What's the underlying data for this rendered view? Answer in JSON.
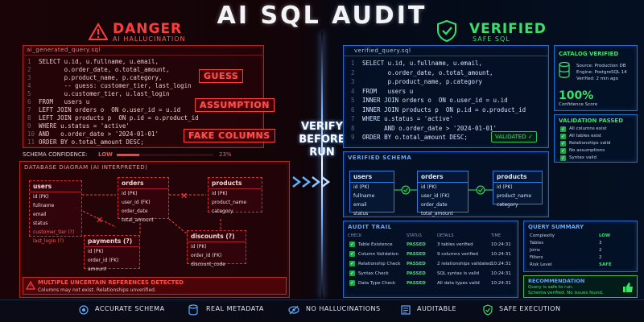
{
  "header": {
    "title": "AI SQL AUDIT",
    "danger_title": "DANGER",
    "danger_sub": "AI HALLUCINATION",
    "verified_title": "VERIFIED",
    "verified_sub": "SAFE SQL",
    "center_label_1": "VERIFY",
    "center_label_2": "BEFORE",
    "center_label_3": "RUN"
  },
  "left": {
    "file_name": "ai_generated_query.sql",
    "code": [
      {
        "n": "1",
        "t": "SELECT u.id, u.fullname, u.email,"
      },
      {
        "n": "2",
        "t": "       o.order_date, o.total_amount,"
      },
      {
        "n": "3",
        "t": "       p.product_name, p.category,"
      },
      {
        "n": "4",
        "t": "       -- guess: customer_tier, last_login"
      },
      {
        "n": "5",
        "t": "       u.customer_tier, u.last_login"
      },
      {
        "n": "6",
        "t": "FROM   users u"
      },
      {
        "n": "7",
        "t": "LEFT JOIN orders o  ON o.user_id = u.id"
      },
      {
        "n": "8",
        "t": "LEFT JOIN products p  ON p.id = o.product_id"
      },
      {
        "n": "9",
        "t": "WHERE u.status = 'active'"
      },
      {
        "n": "10",
        "t": "AND   o.order_date > '2024-01-01'"
      },
      {
        "n": "11",
        "t": "ORDER BY o.total_amount DESC;"
      }
    ],
    "tags": [
      "GUESS",
      "ASSUMPTION",
      "FAKE COLUMNS"
    ],
    "confidence_label": "SCHEMA CONFIDENCE:",
    "confidence_value": "LOW",
    "confidence_percent": "23%",
    "confidence_fraction": 0.23,
    "diagram_title": "DATABASE DIAGRAM (AI INTERPRETED)",
    "tables": {
      "users": {
        "name": "users",
        "fields": [
          "id (PK)",
          "fullname",
          "email",
          "status",
          "customer_tier (?)",
          "last_login (?)"
        ]
      },
      "orders": {
        "name": "orders",
        "fields": [
          "id (PK)",
          "user_id (FK)",
          "order_date",
          "total_amount"
        ]
      },
      "products": {
        "name": "products",
        "fields": [
          "id (PK)",
          "product_name",
          "category"
        ]
      },
      "payments": {
        "name": "payments (?)",
        "fields": [
          "id (PK)",
          "order_id (FK)",
          "amount"
        ]
      },
      "discounts": {
        "name": "discounts (?)",
        "fields": [
          "id (PK)",
          "order_id (FK)",
          "discount_code"
        ]
      }
    },
    "alert_title": "MULTIPLE UNCERTAIN REFERENCES DETECTED",
    "alert_sub": "Columns may not exist. Relationships unverified."
  },
  "right": {
    "file_name": "verified_query.sql",
    "code": [
      {
        "n": "1",
        "t": "SELECT u.id, u.fullname, u.email,"
      },
      {
        "n": "2",
        "t": "       o.order_date, o.total_amount,"
      },
      {
        "n": "3",
        "t": "       p.product_name, p.category"
      },
      {
        "n": "4",
        "t": "FROM   users u"
      },
      {
        "n": "5",
        "t": "INNER JOIN orders o  ON o.user_id = u.id"
      },
      {
        "n": "6",
        "t": "INNER JOIN products p  ON p.id = o.product_id"
      },
      {
        "n": "7",
        "t": "WHERE u.status = 'active'"
      },
      {
        "n": "8",
        "t": "      AND o.order_date > '2024-01-01'"
      },
      {
        "n": "9",
        "t": "ORDER BY o.total_amount DESC;"
      }
    ],
    "validated_label": "VALIDATED",
    "schema_title": "VERIFIED SCHEMA",
    "tables": {
      "users": {
        "name": "users",
        "fields": [
          "id (PK)",
          "fullname",
          "email",
          "status"
        ]
      },
      "orders": {
        "name": "orders",
        "fields": [
          "id (PK)",
          "user_id (FK)",
          "order_date",
          "total_amount"
        ]
      },
      "products": {
        "name": "products",
        "fields": [
          "id (PK)",
          "product_name",
          "category"
        ]
      }
    },
    "catalog": {
      "title": "CATALOG VERIFIED",
      "source": "Source: Production DB",
      "engine": "Engine: PostgreSQL 14",
      "verified": "Verified: 2 min ago",
      "score": "100%",
      "score_label": "Confidence Score"
    },
    "validation": {
      "title": "VALIDATION PASSED",
      "items": [
        "All columns exist",
        "All tables exist",
        "Relationships valid",
        "No assumptions",
        "Syntax valid"
      ]
    },
    "audit": {
      "title": "AUDIT TRAIL",
      "headers": [
        "CHECK",
        "STATUS",
        "DETAILS",
        "TIME"
      ],
      "rows": [
        [
          "Table Existence",
          "PASSED",
          "3 tables verified",
          "10:24:31"
        ],
        [
          "Column Validation",
          "PASSED",
          "9 columns verified",
          "10:24:31"
        ],
        [
          "Relationship Check",
          "PASSED",
          "2 relationships validated",
          "10:24:31"
        ],
        [
          "Syntax Check",
          "PASSED",
          "SQL syntax is valid",
          "10:24:31"
        ],
        [
          "Data Type Check",
          "PASSED",
          "All data types valid",
          "10:24:31"
        ]
      ]
    },
    "summary": {
      "title": "QUERY SUMMARY",
      "rows": [
        [
          "Complexity",
          "LOW"
        ],
        [
          "Tables",
          "3"
        ],
        [
          "Joins",
          "2"
        ],
        [
          "Filters",
          "2"
        ],
        [
          "Risk Level",
          "SAFE"
        ]
      ]
    },
    "recommendation": {
      "title": "RECOMMENDATION",
      "line1": "Query is safe to run.",
      "line2": "Schema verified. No issues found."
    }
  },
  "footer": {
    "items": [
      "ACCURATE SCHEMA",
      "REAL METADATA",
      "NO HALLUCINATIONS",
      "AUDITABLE",
      "SAFE EXECUTION"
    ]
  },
  "colors": {
    "danger": "#ff3b3b",
    "safe": "#3ee06c",
    "blue_accent": "#1f6fd0"
  }
}
